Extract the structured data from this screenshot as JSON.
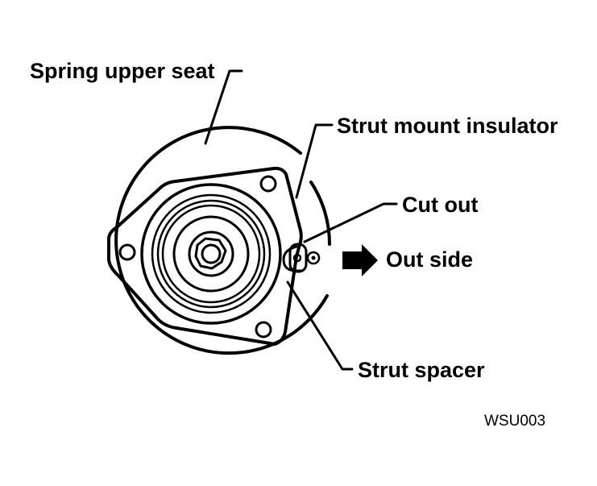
{
  "labels": {
    "spring_upper_seat": "Spring upper seat",
    "strut_mount_insulator": "Strut mount insulator",
    "cut_out": "Cut out",
    "out_side": "Out side",
    "strut_spacer": "Strut spacer"
  },
  "figure_code": "WSU003",
  "icons": {
    "direction": "arrow-right-icon",
    "nut": "hex-nut-icon"
  }
}
